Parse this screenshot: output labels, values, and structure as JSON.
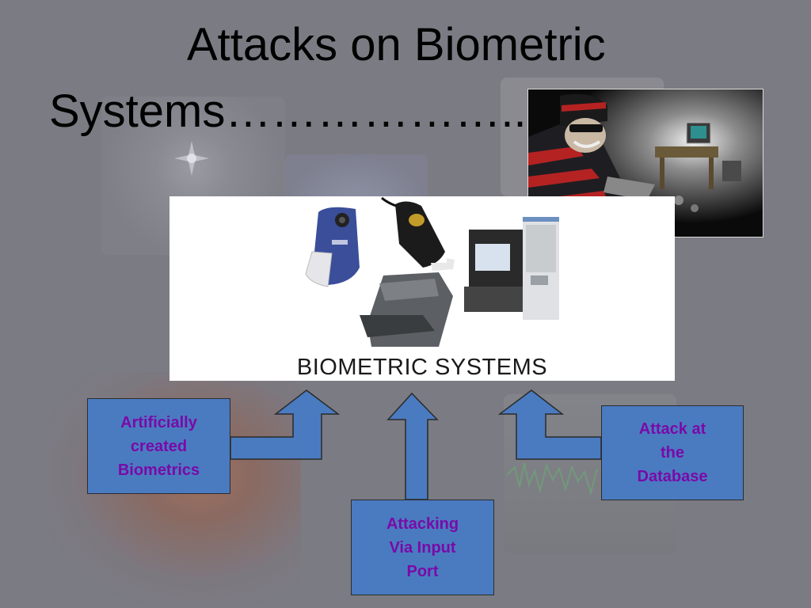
{
  "slide": {
    "title_line1": "Attacks on Biometric",
    "title_line2": "Systems……………….."
  },
  "panel": {
    "caption": "BIOMETRIC SYSTEMS"
  },
  "attacks": {
    "artificial": [
      "Artificially",
      "created",
      "Biometrics"
    ],
    "input": [
      "Attacking",
      "Via Input",
      "Port"
    ],
    "database": [
      "Attack at",
      "the",
      "Database"
    ]
  },
  "colors": {
    "background": "#7b7b83",
    "box_fill": "#4a7bc0",
    "box_text": "#7a0aa8",
    "arrow_fill": "#4a7bc0",
    "arrow_stroke": "#2a2a2a"
  }
}
